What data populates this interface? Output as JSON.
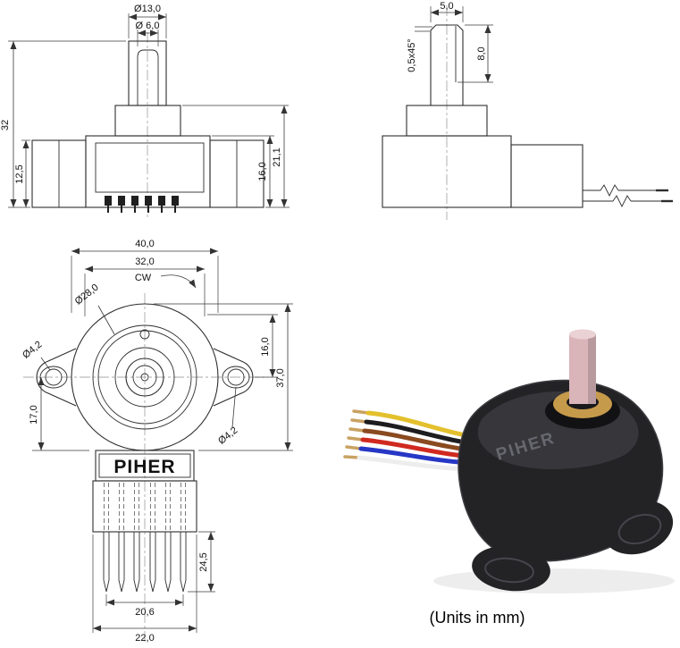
{
  "front_view": {
    "dim_shaft_outer_dia": "Ø13,0",
    "dim_shaft_inner_dia": "Ø 6,0",
    "dim_total_height": "32",
    "dim_lower_height": "12,5",
    "dim_body_height": "16,0",
    "dim_collar_height": "21,1"
  },
  "side_view": {
    "dim_shaft_flat": "5,0",
    "dim_chamfer": "0,5x45°",
    "dim_flat_length": "8,0"
  },
  "top_view": {
    "dim_body_dia": "40,0",
    "dim_inner_width": "32,0",
    "rotation_label": "CW",
    "dim_boss_dia": "Ø28,0",
    "dim_left_hole_dia": "Ø4,2",
    "dim_right_hole_dia": "Ø4,2",
    "dim_upper_height": "16,0",
    "dim_overall_height": "37,0",
    "dim_lower_height": "17,0",
    "brand_label": "PIHER",
    "dim_pin_length": "24,5",
    "dim_pin_span": "20,6",
    "dim_connector_width": "22,0"
  },
  "product": {
    "brand_label": "PIHER",
    "body_color": "#232326",
    "body_top_color": "#36363b",
    "shaft_color": "#d9b4b9",
    "shaft_top_color": "#ead2d4",
    "collar_color": "#c69a4b",
    "terminal_color": "#c9a262",
    "wire_colors": [
      "#e3c02c",
      "#1d1d1f",
      "#8a4a20",
      "#d02a20",
      "#2737c5",
      "#ededed"
    ]
  },
  "footer": {
    "units_note": "(Units in mm)"
  }
}
